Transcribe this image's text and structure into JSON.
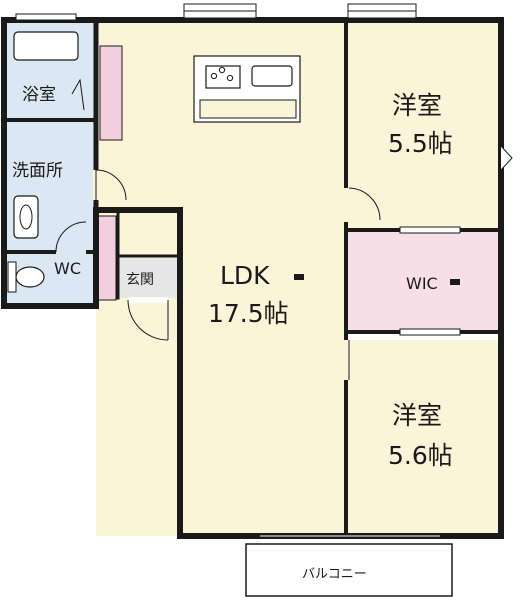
{
  "colors": {
    "wall": "#1a1a1a",
    "ldk_floor": "#fbf4d9",
    "bedroom_floor": "#fbf4d9",
    "wet_area_floor": "#dbe7f2",
    "wic_floor": "#f7dfe7",
    "entrance_floor": "#e6e6e6",
    "fixture_pink": "#f1cfdc"
  },
  "rooms": {
    "bath": {
      "label": "浴室"
    },
    "washroom": {
      "label": "洗面所"
    },
    "toilet": {
      "label": "WC"
    },
    "entrance": {
      "label": "玄関"
    },
    "ldk": {
      "label": "LDK",
      "size": "17.5帖"
    },
    "bedroom_north": {
      "label": "洋室",
      "size": "5.5帖"
    },
    "wic": {
      "label": "WIC"
    },
    "bedroom_south": {
      "label": "洋室",
      "size": "5.6帖"
    },
    "balcony": {
      "label": "バルコニー"
    }
  },
  "icons": {
    "kitchen": "kitchen-counter-icon",
    "stove": "stove-icon",
    "sink": "sink-icon",
    "tub": "bathtub-icon",
    "washbasin": "washbasin-icon",
    "toilet": "toilet-icon",
    "door": "door-swing-icon",
    "window": "window-icon"
  }
}
